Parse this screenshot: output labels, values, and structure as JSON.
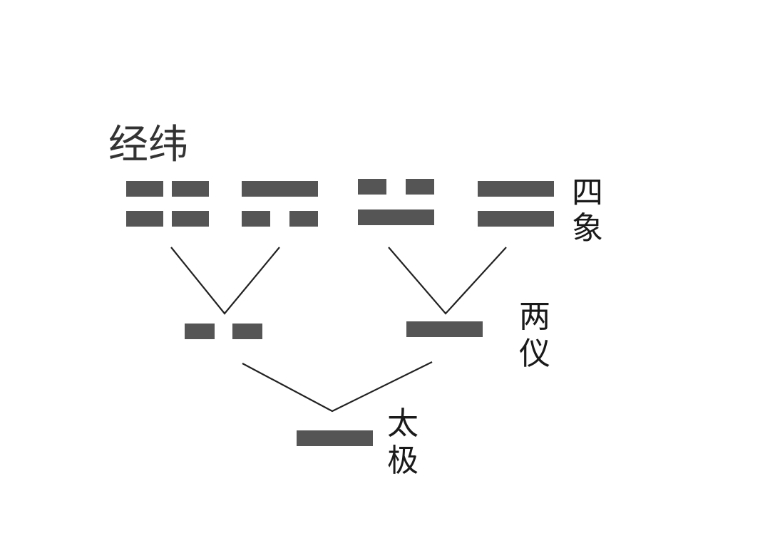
{
  "title": "经纬",
  "labels": {
    "sixiang": [
      "四",
      "象"
    ],
    "liangyi": [
      "两",
      "仪"
    ],
    "taiji": [
      "太",
      "极"
    ]
  },
  "colors": {
    "bar": "#555555",
    "line": "#222222",
    "text": "#1a1a1a"
  },
  "symbols": {
    "sixiang": [
      {
        "top_line": "yin",
        "bottom_line": "yin"
      },
      {
        "top_line": "yang",
        "bottom_line": "yin"
      },
      {
        "top_line": "yin",
        "bottom_line": "yang"
      },
      {
        "top_line": "yang",
        "bottom_line": "yang"
      }
    ],
    "liangyi": [
      "yin",
      "yang"
    ],
    "taiji": "yang"
  }
}
